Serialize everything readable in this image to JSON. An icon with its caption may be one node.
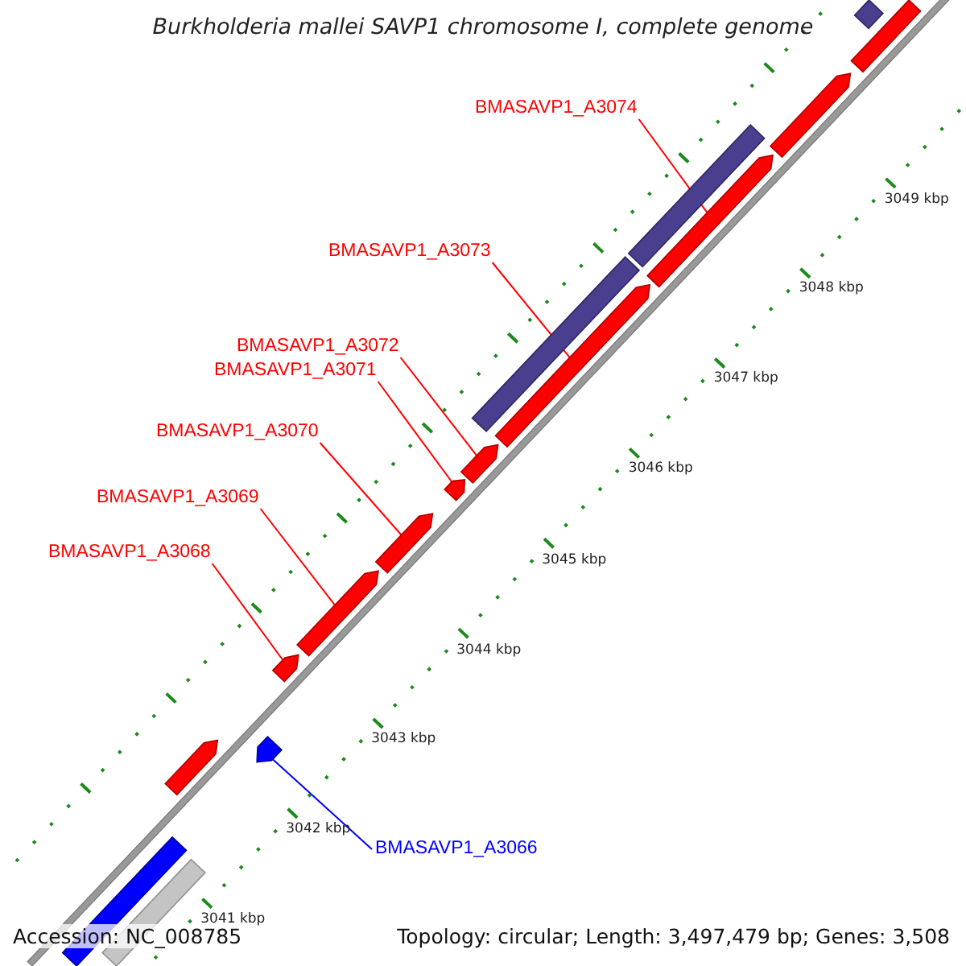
{
  "diagram": {
    "title": "Burkholderia mallei SAVP1 chromosome I, complete genome",
    "nodes": [
      {
        "text": [
          "BMASAVP1_A3074"
        ]
      },
      {
        "text": [
          "BMASAVP1_A3073"
        ]
      },
      {
        "text": [
          "BMASAVP1_A3072"
        ]
      },
      {
        "text": [
          "BMASAVP1_A3071"
        ]
      },
      {
        "text": [
          "BMASAVP1_A3070"
        ]
      },
      {
        "text": [
          "BMASAVP1_A3069"
        ]
      },
      {
        "text": [
          "BMASAVP1_A3068"
        ]
      },
      {
        "text": [
          "BMASAVP1_A3066"
        ]
      },
      {
        "text": [],
        "shape": "bar"
      },
      {
        "text": [],
        "shape": "bar"
      },
      {
        "text": [],
        "shape": "bar"
      },
      {
        "text": [],
        "shape": "bar"
      },
      {
        "text": [],
        "shape": "bar"
      },
      {
        "text": [],
        "shape": "bar"
      },
      {
        "text": [],
        "shape": "bar"
      },
      {
        "text": [],
        "shape": "bar"
      },
      {
        "text": [],
        "shape": "bar"
      },
      {
        "text": [],
        "shape": "bar"
      }
    ],
    "edges": [
      {
        "from": 0,
        "to": 15,
        "arrow": "none"
      },
      {
        "from": 1,
        "to": 14,
        "arrow": "none"
      },
      {
        "from": 2,
        "to": 13,
        "arrow": "none"
      },
      {
        "from": 3,
        "to": 12,
        "arrow": "none"
      },
      {
        "from": 4,
        "to": 11,
        "arrow": "none"
      },
      {
        "from": 5,
        "to": 10,
        "arrow": "none"
      },
      {
        "from": 6,
        "to": 9,
        "arrow": "none"
      },
      {
        "from": 7,
        "to": 8,
        "arrow": "none",
        "color": "#0000ff"
      }
    ],
    "labels": [
      "3049 kbp",
      "3048 kbp",
      "3047 kbp",
      "3046 kbp",
      "3045 kbp",
      "3044 kbp",
      "3043 kbp",
      "3042 kbp",
      "3041 kbp",
      "Accession: NC_008785",
      "Topology: circular; Length: 3,497,479 bp; Genes: 3,508"
    ]
  }
}
